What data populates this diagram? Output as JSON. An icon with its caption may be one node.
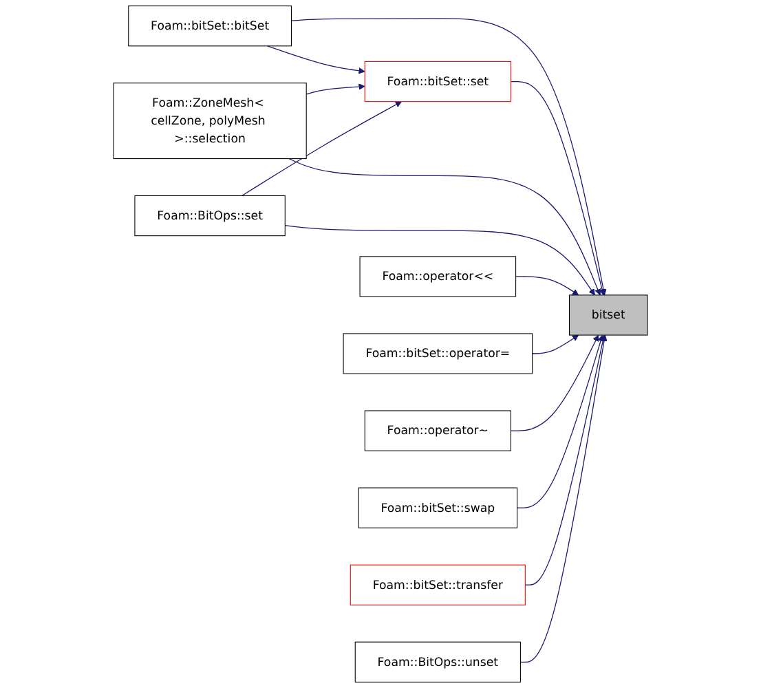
{
  "diagram": {
    "nodes": [
      {
        "text": [
          "Foam::bitSet::bitSet"
        ]
      },
      {
        "text": [
          "Foam::bitSet::set"
        ]
      },
      {
        "text": [
          "Foam::ZoneMesh< cellZone, polyMesh >::selection"
        ]
      },
      {
        "text": [
          "Foam::BitOps::set"
        ]
      },
      {
        "text": [
          "Foam::operator<<"
        ]
      },
      {
        "text": [
          "Foam::bitSet::operator="
        ]
      },
      {
        "text": [
          "Foam::operator~"
        ]
      },
      {
        "text": [
          "Foam::bitSet::swap"
        ]
      },
      {
        "text": [
          "Foam::bitSet::transfer"
        ]
      },
      {
        "text": [
          "Foam::BitOps::unset"
        ]
      },
      {
        "text": [
          "bitset"
        ]
      }
    ],
    "edges": [
      {
        "from": 0,
        "to": 1,
        "arrow": "to"
      },
      {
        "from": 0,
        "to": 10,
        "arrow": "to"
      },
      {
        "from": 2,
        "to": 1,
        "arrow": "to"
      },
      {
        "from": 3,
        "to": 1,
        "arrow": "to"
      },
      {
        "from": 1,
        "to": 10,
        "arrow": "to"
      },
      {
        "from": 2,
        "to": 10,
        "arrow": "to"
      },
      {
        "from": 3,
        "to": 10,
        "arrow": "to"
      },
      {
        "from": 4,
        "to": 10,
        "arrow": "to"
      },
      {
        "from": 5,
        "to": 10,
        "arrow": "to"
      },
      {
        "from": 6,
        "to": 10,
        "arrow": "to"
      },
      {
        "from": 7,
        "to": 10,
        "arrow": "to"
      },
      {
        "from": 8,
        "to": 10,
        "arrow": "to"
      },
      {
        "from": 9,
        "to": 10,
        "arrow": "to"
      }
    ]
  }
}
